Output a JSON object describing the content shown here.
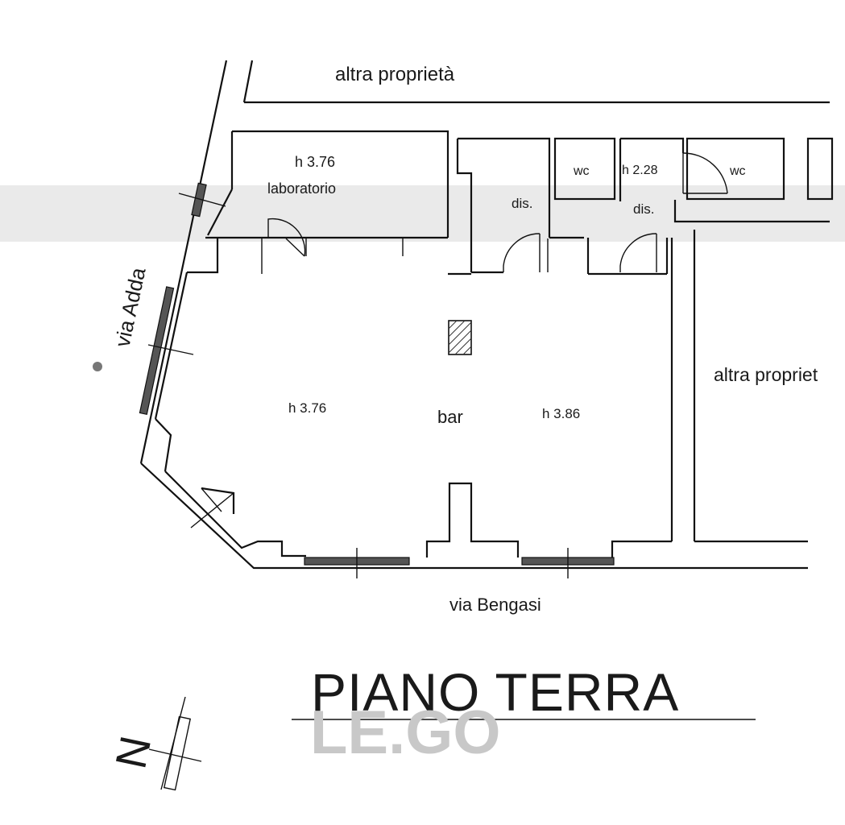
{
  "labels": {
    "top_property": "altra proprietà",
    "right_property": "altra propriet",
    "street_west": "via Adda",
    "street_south": "via Bengasi",
    "lab_height": "h 3.76",
    "lab_name": "laboratorio",
    "dis_1": "dis.",
    "dis_2": "dis.",
    "wc_1": "wc",
    "wc_2": "wc",
    "wc_height": "h 2.28",
    "bar_height_left": "h 3.76",
    "bar_name": "bar",
    "bar_height_right": "h 3.86",
    "floor_title": "PIANO TERRA",
    "north_letter": "N",
    "watermark": "LE.GO"
  },
  "colors": {
    "ink": "#111111",
    "watermark": "#c8c8c8",
    "paper": "#ffffff"
  }
}
